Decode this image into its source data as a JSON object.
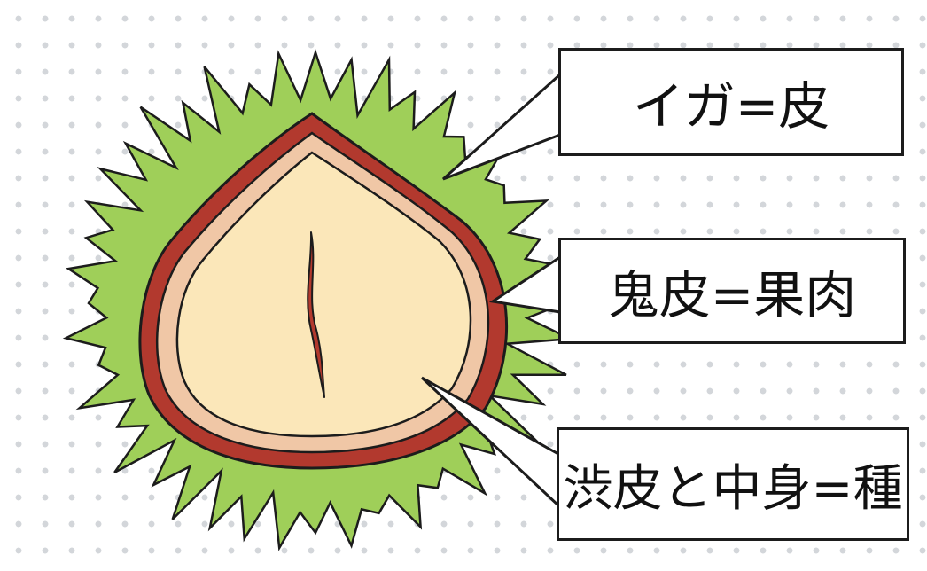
{
  "colors": {
    "bur": "#9fcf59",
    "outer_shell": "#b2392e",
    "inner_skin": "#f0c7a6",
    "kernel": "#fbe7b9",
    "outline": "#1c1c1c"
  },
  "labels": {
    "bur": "イガ=皮",
    "outer_shell": "鬼皮=果肉",
    "inner_skin_and_kernel": "渋皮と中身=種"
  }
}
